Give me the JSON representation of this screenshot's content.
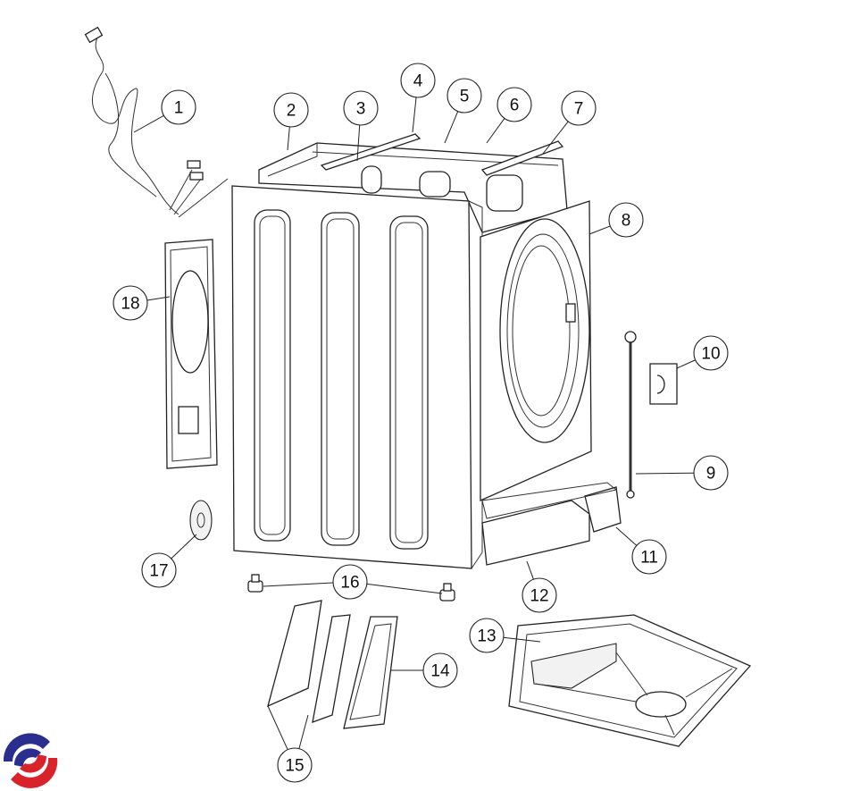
{
  "diagram": {
    "type": "exploded-parts-diagram",
    "callouts": [
      "1",
      "2",
      "3",
      "4",
      "5",
      "6",
      "7",
      "8",
      "9",
      "10",
      "11",
      "12",
      "13",
      "14",
      "15",
      "16",
      "17",
      "18"
    ]
  },
  "colors": {
    "logo_blue": "#2a2f8f",
    "logo_red": "#d8232a",
    "line": "#222222"
  }
}
